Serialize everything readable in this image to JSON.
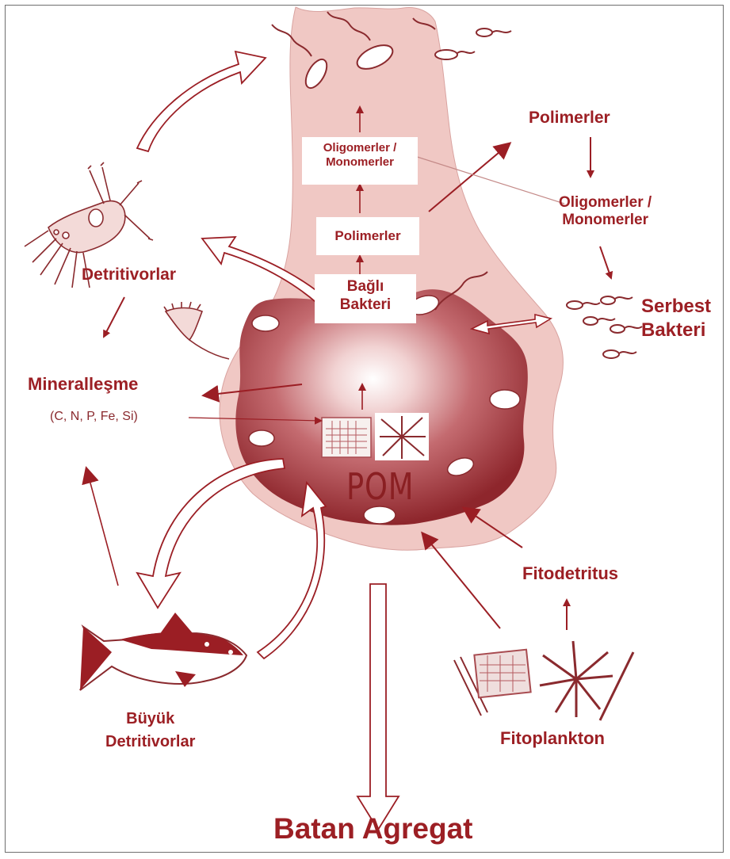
{
  "labels": {
    "oligomers_inner": "Oligomerler /\nMonomerler",
    "polymers_inner": "Polimerler",
    "polymers_outer": "Polimerler",
    "oligomers_outer": "Oligomerler /\nMonomerler",
    "detritivores": "Detritivorlar",
    "free_bacteria": "Serbest\nBakteri",
    "attached_bacteria": "Bağlı\nBakteri",
    "mineralization": "Mineralleşme",
    "elements": "(C, N, P, Fe, Si)",
    "pom": "POM",
    "phytodetritus": "Fitodetritus",
    "large_detritivores": "Büyük\nDetritivorlar",
    "phytoplankton": "Fitoplankton",
    "sinking_aggregate": "Batan Agregat"
  },
  "colors": {
    "label_red": "#9c1f24",
    "arrow": "#9b1e24",
    "halo": "#f0c8c4",
    "core_dark": "#9a2f35",
    "core_light": "#ffffff"
  },
  "icons": [
    "bacteria-icon",
    "zooplankton-icon",
    "ciliate-icon",
    "diatom-icon",
    "star-diatom-icon",
    "fish-icon"
  ]
}
